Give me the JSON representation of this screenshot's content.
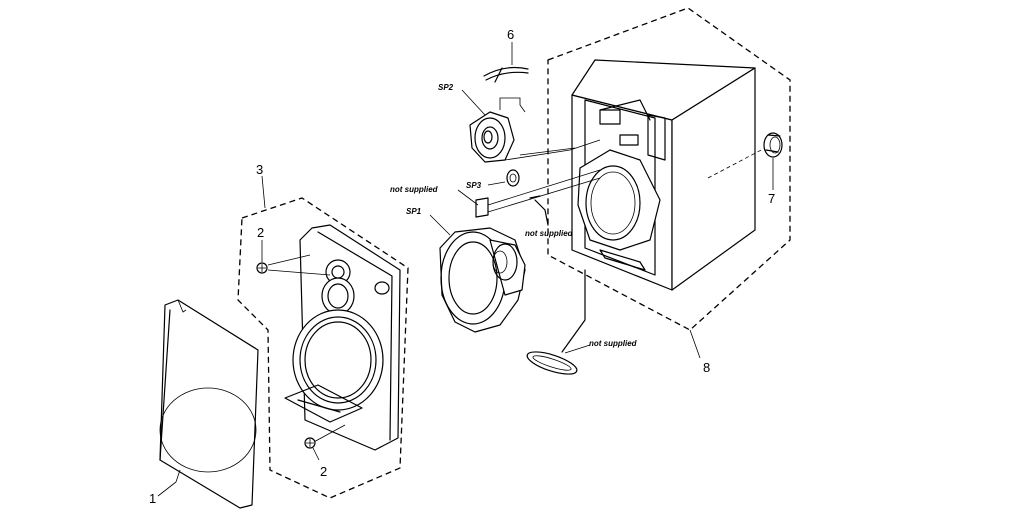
{
  "labels": {
    "p1": "1",
    "p2a": "2",
    "p2b": "2",
    "p3": "3",
    "p6": "6",
    "p7": "7",
    "p8": "8",
    "sp1": "SP1",
    "sp2": "SP2",
    "sp3": "SP3",
    "ns1": "not supplied",
    "ns2": "not supplied",
    "ns3": "not supplied"
  }
}
